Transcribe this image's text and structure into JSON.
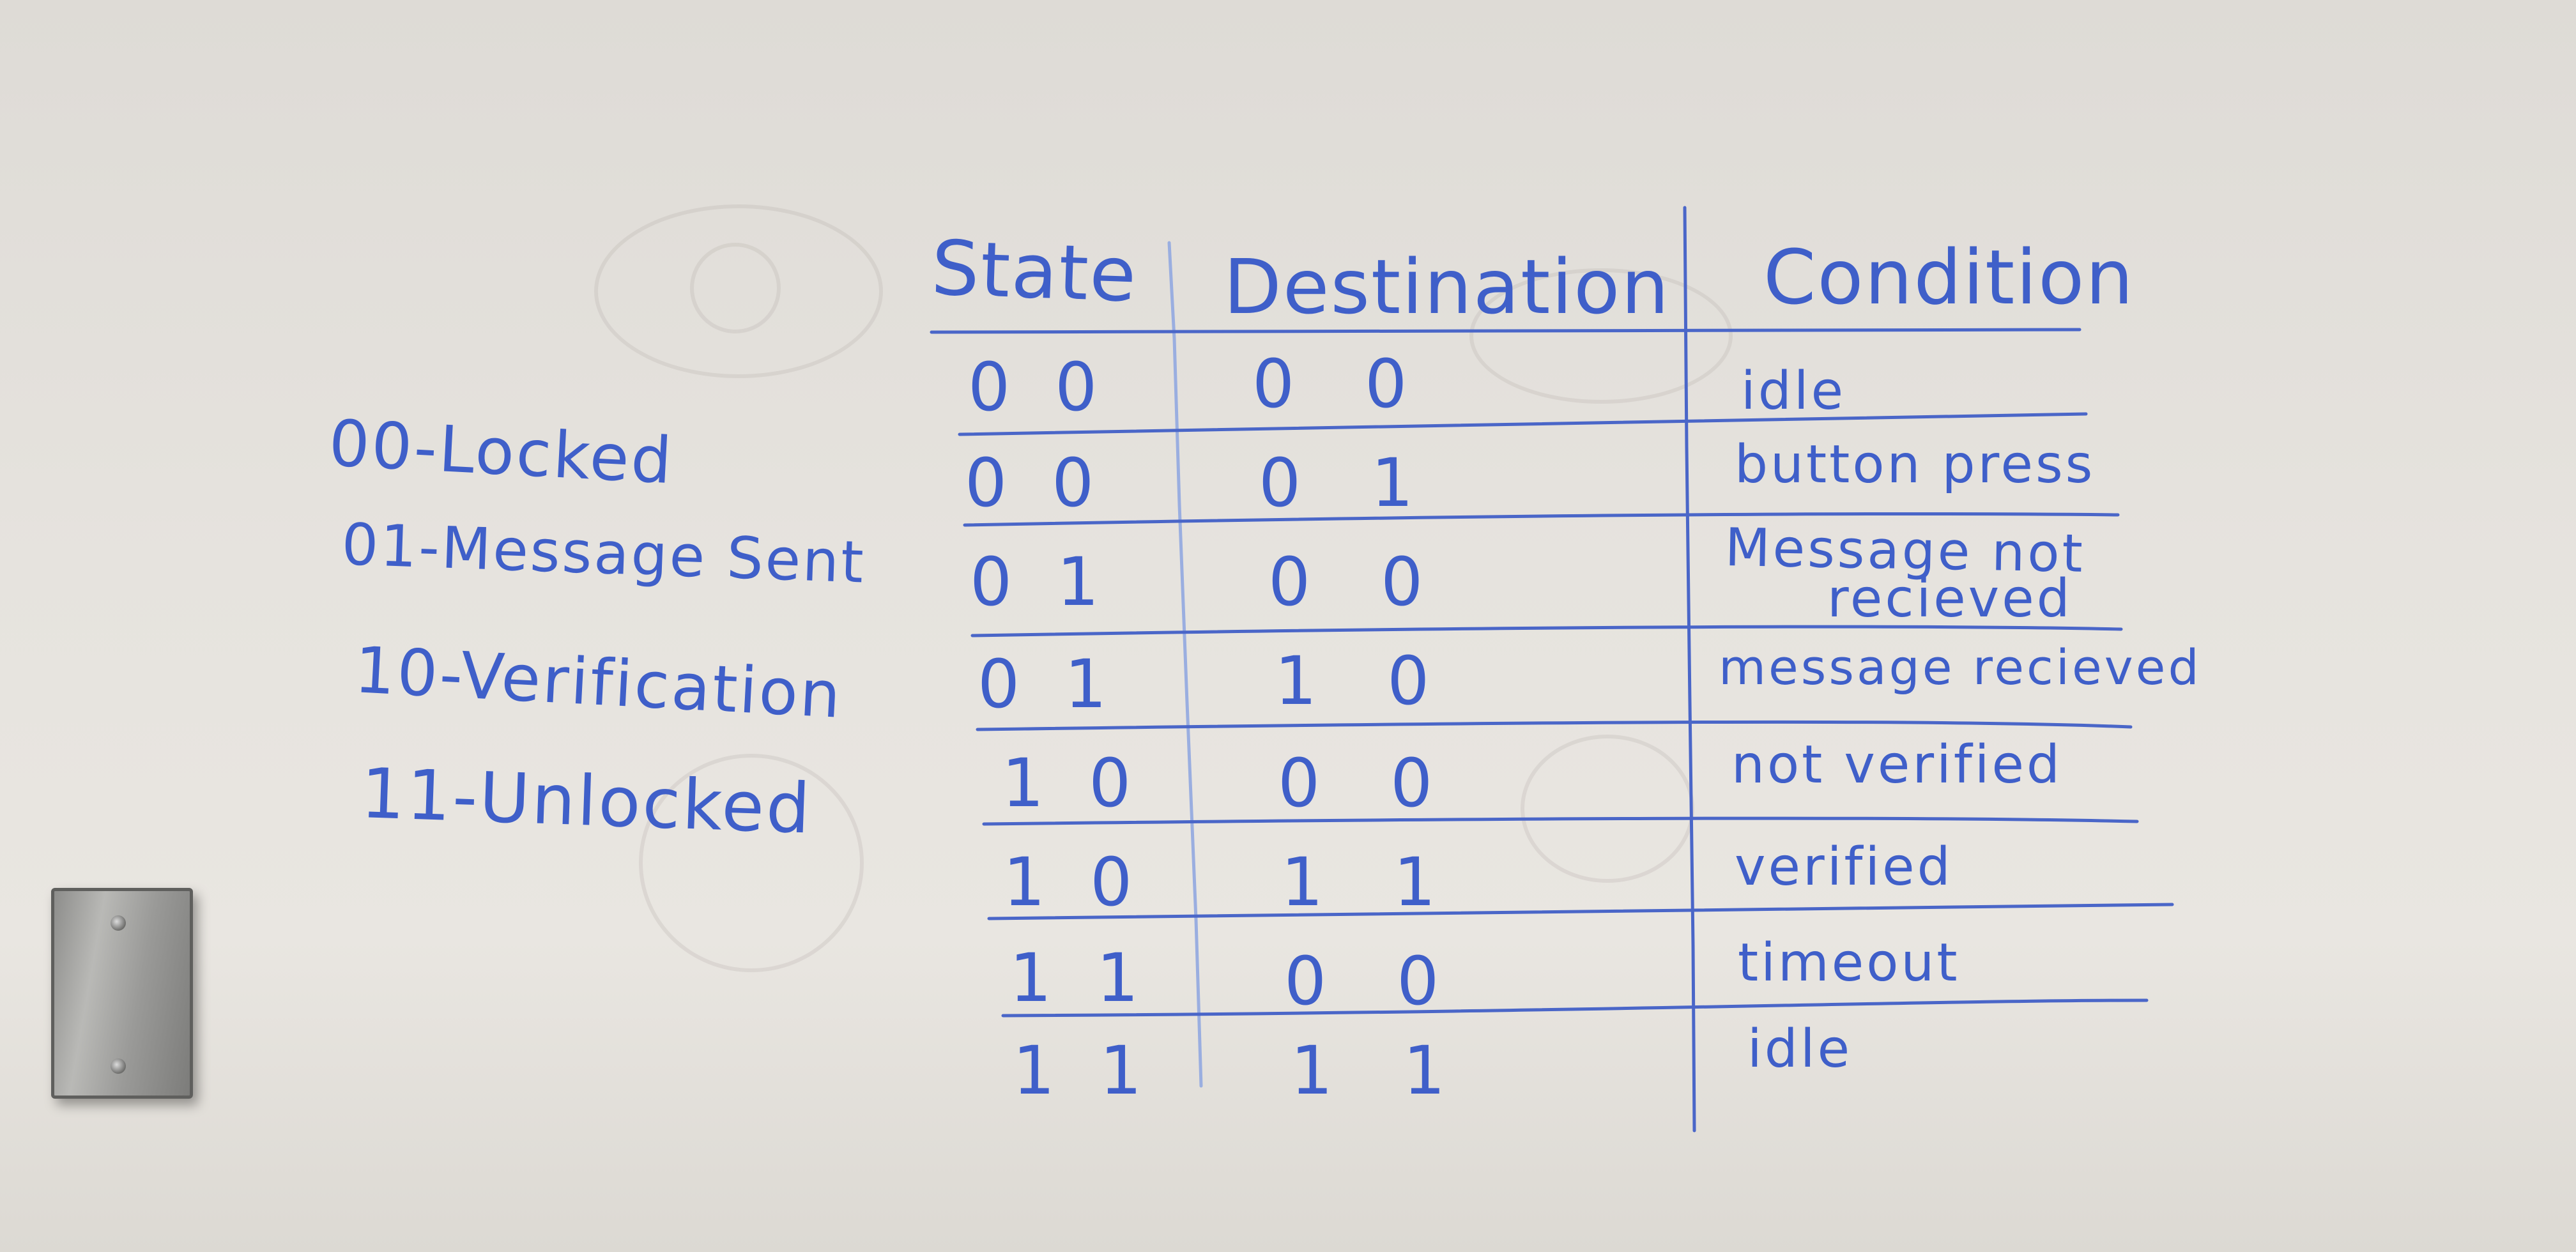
{
  "headers": {
    "state": "State",
    "destination": "Destination",
    "condition": "Condition"
  },
  "rows": [
    {
      "state": "00",
      "destination": "00",
      "condition": [
        "idle"
      ]
    },
    {
      "state": "00",
      "destination": "01",
      "condition": [
        "button press"
      ]
    },
    {
      "state": "01",
      "destination": "00",
      "condition": [
        "Message not",
        "recieved"
      ]
    },
    {
      "state": "01",
      "destination": "10",
      "condition": [
        "message recieved"
      ]
    },
    {
      "state": "10",
      "destination": "00",
      "condition": [
        "not verified"
      ]
    },
    {
      "state": "10",
      "destination": "11",
      "condition": [
        "verified"
      ]
    },
    {
      "state": "11",
      "destination": "00",
      "condition": [
        "timeout"
      ]
    },
    {
      "state": "11",
      "destination": "11",
      "condition": [
        "idle"
      ]
    }
  ],
  "legend": [
    "00-Locked",
    "01-Message Sent",
    "10-Verification",
    "11-Unlocked"
  ],
  "ink_color": "#3f5fc9",
  "objects": [
    "whiteboard",
    "wall-switch-plate"
  ]
}
